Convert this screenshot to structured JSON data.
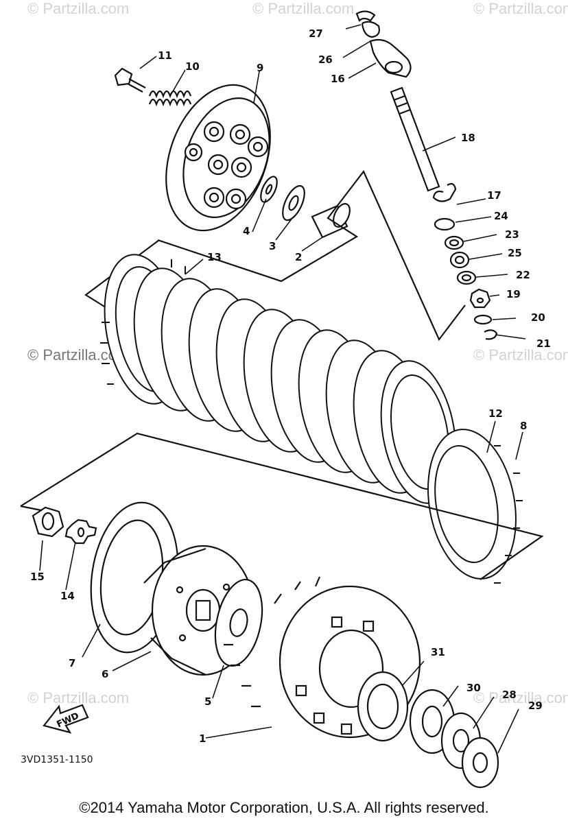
{
  "watermark": "© Partzilla.com",
  "diagram_code": "3VD1351-1150",
  "fwd_label": "FWD",
  "copyright": "©2014 Yamaha Motor Corporation, U.S.A. All rights reserved.",
  "callouts": [
    "1",
    "2",
    "3",
    "4",
    "5",
    "6",
    "7",
    "8",
    "9",
    "10",
    "11",
    "12",
    "13",
    "14",
    "15",
    "16",
    "17",
    "18",
    "19",
    "20",
    "21",
    "22",
    "23",
    "24",
    "25",
    "26",
    "27",
    "28",
    "29",
    "30",
    "31"
  ]
}
